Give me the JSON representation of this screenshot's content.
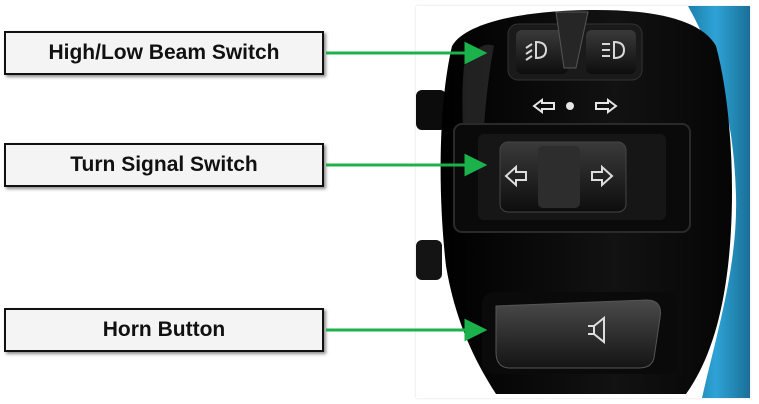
{
  "labels": {
    "beam_switch": "High/Low Beam Switch",
    "turn_signal_switch": "Turn Signal Switch",
    "horn_button": "Horn Button"
  },
  "colors": {
    "arrow": "#1bb24b",
    "housing": "#0b0b0b",
    "body": "#2c9fd2"
  },
  "icons": {
    "beam": "headlight-icon",
    "turn": "turn-arrow-icon",
    "horn": "horn-icon"
  }
}
